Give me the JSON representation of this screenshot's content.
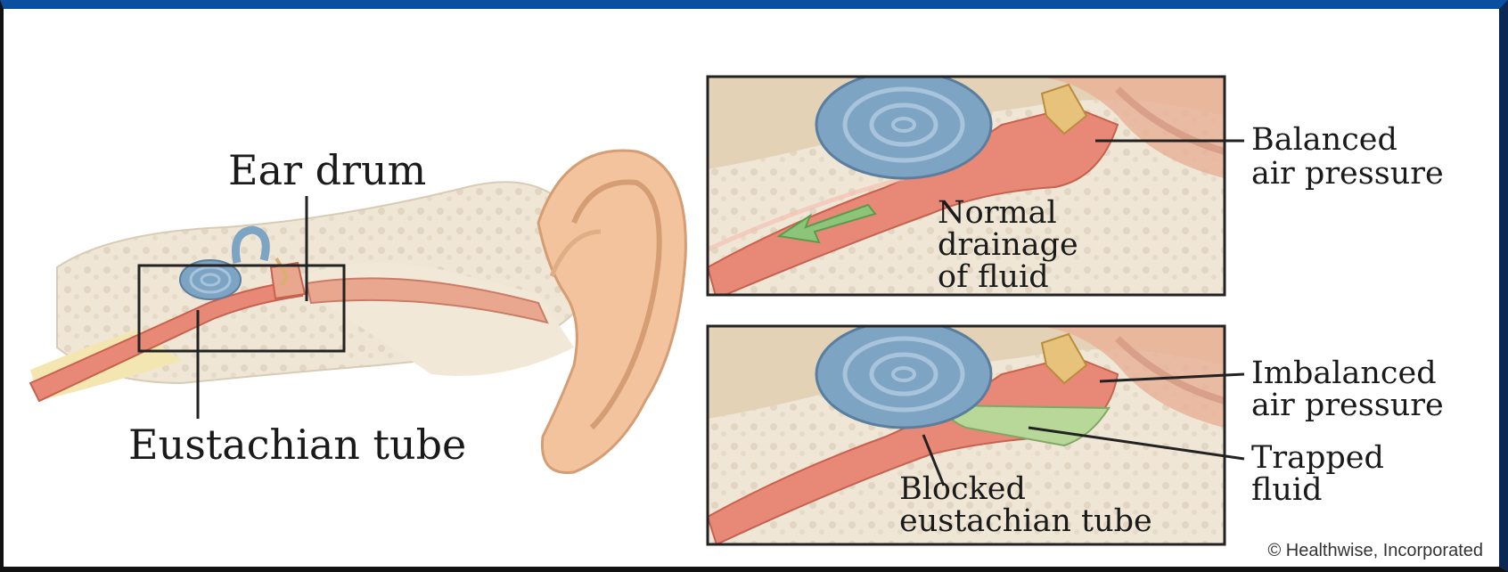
{
  "labels": {
    "ear_drum": "Ear drum",
    "eustachian_tube": "Eustachian tube",
    "balanced_1": "Balanced",
    "balanced_2": "air pressure",
    "normal_1": "Normal",
    "normal_2": "drainage",
    "normal_3": "of fluid",
    "imbalanced_1": "Imbalanced",
    "imbalanced_2": "air pressure",
    "trapped_1": "Trapped",
    "trapped_2": "fluid",
    "blocked_1": "Blocked",
    "blocked_2": "eustachian tube"
  },
  "credit": "© Healthwise, Incorporated",
  "colors": {
    "frame_top": "#0a4fa0",
    "bone": "#efe6d6",
    "ear_skin": "#f0c8a0",
    "tube": "#e88876",
    "cochlea": "#7ea4c4",
    "fluid": "#b8d89a"
  }
}
